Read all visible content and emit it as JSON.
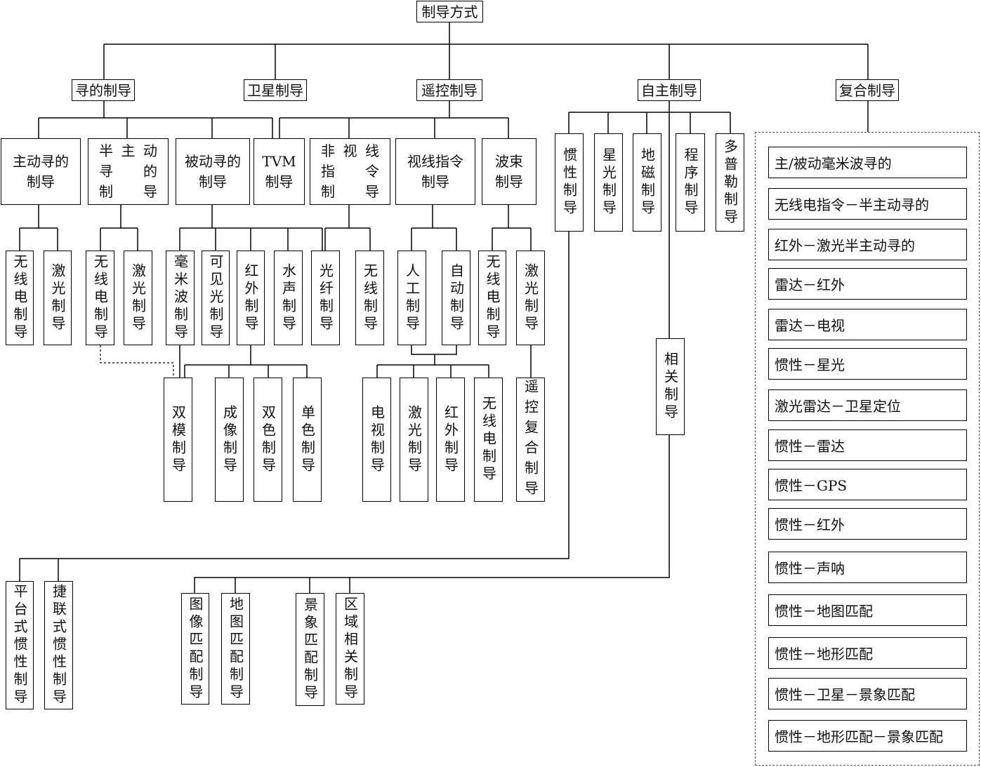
{
  "root": {
    "label": "制导方式"
  },
  "homing": {
    "label": "寻的制导",
    "active": {
      "lines": [
        "主动寻的",
        "制导"
      ],
      "children": [
        "无线电制导",
        "激光制导"
      ]
    },
    "semi_active": {
      "lines": [
        "半主动",
        "寻的",
        "制导"
      ],
      "children": [
        "无线电制导",
        "激光制导"
      ]
    },
    "passive": {
      "lines": [
        "被动寻的",
        "制导"
      ],
      "children": [
        "毫米波制导",
        "可见光制导",
        "红外制导",
        "水声制导"
      ]
    },
    "dual_mode": "双模制导",
    "infrared_children": [
      "成像制导",
      "双色制导",
      "单色制导"
    ]
  },
  "tvm": {
    "lines": [
      "TVM",
      "制导"
    ]
  },
  "satellite": {
    "label": "卫星制导"
  },
  "remote": {
    "label": "遥控制导",
    "non_line_of_sight": {
      "lines": [
        "非视线",
        "指令",
        "制导"
      ],
      "children": [
        "光纤制导",
        "无线制导"
      ]
    },
    "line_of_sight": {
      "lines": [
        "视线指令",
        "制导"
      ],
      "children": [
        "人工制导",
        "自动制导"
      ],
      "sub_children": [
        "电视制导",
        "激光制导",
        "红外制导",
        "无线电制导"
      ]
    },
    "beam": {
      "lines": [
        "波束",
        "制导"
      ],
      "children": [
        "无线电制导",
        "激光制导"
      ],
      "laser_child": "遥控复合制导"
    }
  },
  "autonomous": {
    "label": "自主制导",
    "children": [
      "惯性制导",
      "星光制导",
      "地磁制导",
      "程序制导",
      "多普勒制导"
    ],
    "inertial_children": [
      "平台式惯性制导",
      "捷联式惯性制导"
    ],
    "correlation": {
      "label": "相关制导",
      "children": [
        "图像匹配制导",
        "地图匹配制导",
        "景象匹配制导",
        "区域相关制导"
      ]
    }
  },
  "composite": {
    "label": "复合制导",
    "items": [
      "主/被动毫米波寻的",
      "无线电指令－半主动寻的",
      "红外－激光半主动寻的",
      "雷达－红外",
      "雷达－电视",
      "惯性－星光",
      "激光雷达－卫星定位",
      "惯性－雷达",
      "惯性－GPS",
      "惯性－红外",
      "惯性－声呐",
      "惯性－地图匹配",
      "惯性－地形匹配",
      "惯性－卫星－景象匹配",
      "惯性－地形匹配－景象匹配"
    ]
  }
}
